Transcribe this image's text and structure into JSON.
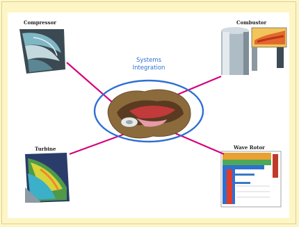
{
  "diagram": {
    "center": {
      "line1": "Systems",
      "line2": "Integration"
    },
    "components": {
      "compressor": "Compressor",
      "combustor": "Combustor",
      "turbine": "Turbine",
      "wave_rotor": "Wave Rotor"
    }
  },
  "colors": {
    "background": "#fdf6c4",
    "connector": "#d6007c",
    "ellipse": "#2f6fd0",
    "center_text": "#2f6fd0"
  }
}
